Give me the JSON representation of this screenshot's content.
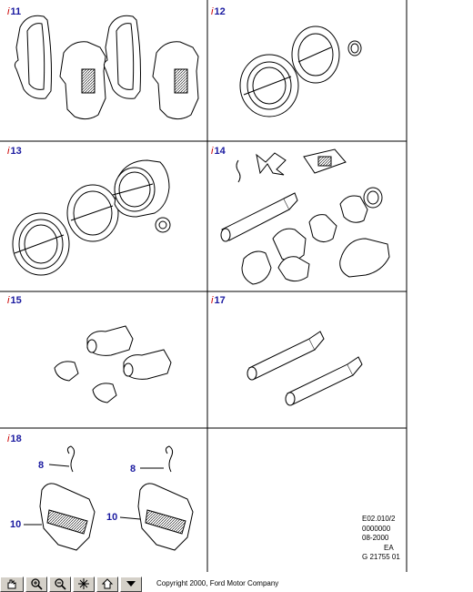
{
  "cells": [
    {
      "number": "11"
    },
    {
      "number": "12"
    },
    {
      "number": "13"
    },
    {
      "number": "14"
    },
    {
      "number": "15"
    },
    {
      "number": "17"
    },
    {
      "number": "18"
    }
  ],
  "callouts": {
    "clip": "8",
    "bracket": "10"
  },
  "reference": {
    "line1": "E02.010/2",
    "line2": "0000000",
    "line3": "08-2000",
    "line4": "EA",
    "line5": "G 21755 01"
  },
  "toolbar": {
    "buttons": [
      "pan-icon",
      "zoom-in-icon",
      "zoom-out-icon",
      "fit-icon",
      "home-icon",
      "menu-arrow-icon"
    ]
  },
  "copyright": "Copyright 2000, Ford Motor Company",
  "colors": {
    "label": "#1a1aa0",
    "index_mark": "#cc0000",
    "grid": "#000000",
    "toolbar": "#d4d0c8"
  }
}
